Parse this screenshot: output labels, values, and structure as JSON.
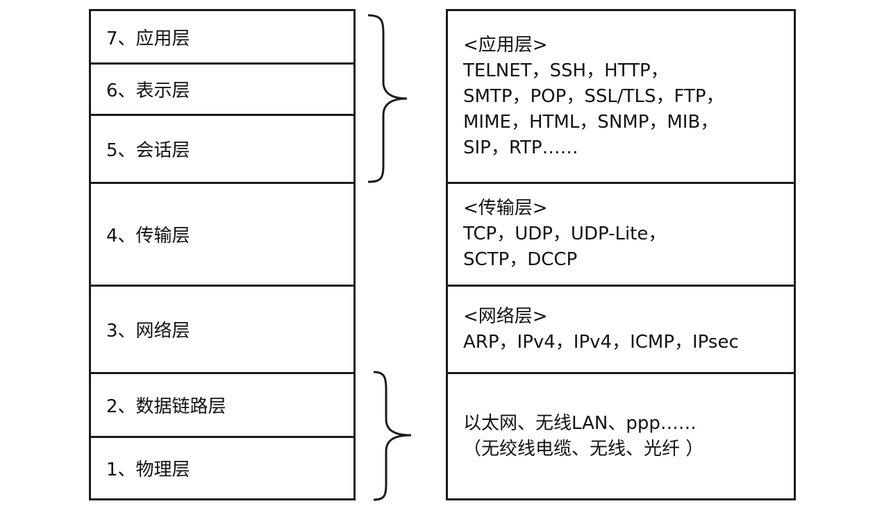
{
  "osi_layers": [
    {
      "label": "7、应用层"
    },
    {
      "label": "6、表示层"
    },
    {
      "label": "5、会话层"
    },
    {
      "label": "4、传输层"
    },
    {
      "label": "3、网络层"
    },
    {
      "label": "2、数据链路层"
    },
    {
      "label": "1、物理层"
    }
  ],
  "protocol_groups": {
    "application": {
      "title": "<应用层>",
      "lines": [
        "TELNET，SSH，HTTP，",
        "SMTP，POP，SSL/TLS，FTP，",
        "MIME，HTML，SNMP，MIB，",
        "SIP，RTP……"
      ]
    },
    "transport": {
      "title": "<传输层>",
      "lines": [
        "TCP，UDP，UDP-Lite，",
        "SCTP，DCCP"
      ]
    },
    "network": {
      "title": "<网络层>",
      "lines": [
        "ARP，IPv4，IPv4，ICMP，IPsec"
      ]
    },
    "link_physical": {
      "lines": [
        "以太网、无线LAN、ppp……",
        "（无绞线电缆、无线、光纤 ）"
      ]
    }
  }
}
